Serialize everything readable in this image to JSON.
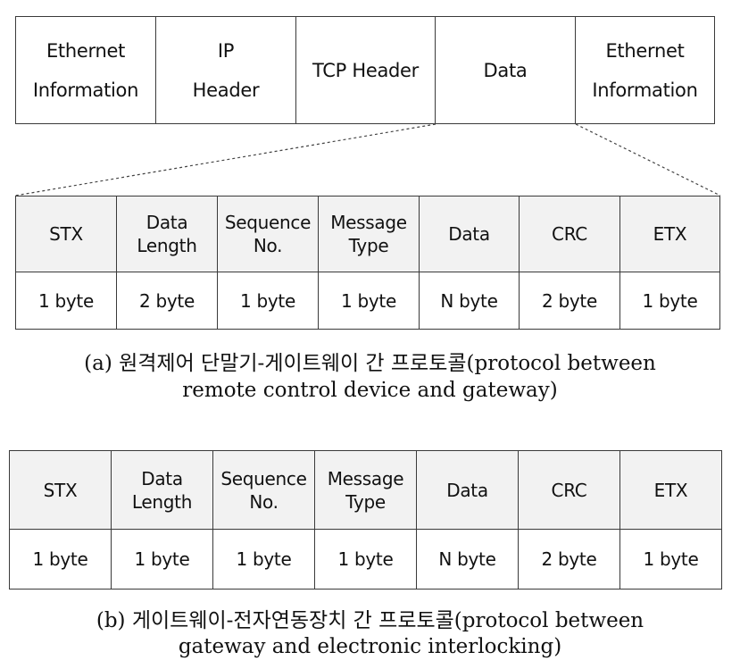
{
  "packet": {
    "cells": [
      {
        "line1": "Ethernet",
        "line2": "Information"
      },
      {
        "line1": "IP",
        "line2": "Header"
      },
      {
        "line1": "TCP Header",
        "line2": ""
      },
      {
        "line1": "Data",
        "line2": ""
      },
      {
        "line1": "Ethernet",
        "line2": "Information"
      }
    ]
  },
  "table_a": {
    "headers": [
      {
        "line1": "STX",
        "line2": ""
      },
      {
        "line1": "Data",
        "line2": "Length"
      },
      {
        "line1": "Sequence",
        "line2": "No."
      },
      {
        "line1": "Message",
        "line2": "Type"
      },
      {
        "line1": "Data",
        "line2": ""
      },
      {
        "line1": "CRC",
        "line2": ""
      },
      {
        "line1": "ETX",
        "line2": ""
      }
    ],
    "sizes": [
      "1 byte",
      "2 byte",
      "1 byte",
      "1 byte",
      "N byte",
      "2 byte",
      "1 byte"
    ],
    "caption_line1": "(a) 원격제어 단말기-게이트웨이 간 프로토콜(protocol between",
    "caption_line2": "remote control device and gateway)"
  },
  "table_b": {
    "headers": [
      {
        "line1": "STX",
        "line2": ""
      },
      {
        "line1": "Data",
        "line2": "Length"
      },
      {
        "line1": "Sequence",
        "line2": "No."
      },
      {
        "line1": "Message",
        "line2": "Type"
      },
      {
        "line1": "Data",
        "line2": ""
      },
      {
        "line1": "CRC",
        "line2": ""
      },
      {
        "line1": "ETX",
        "line2": ""
      }
    ],
    "sizes": [
      "1 byte",
      "1 byte",
      "1 byte",
      "1 byte",
      "N byte",
      "2 byte",
      "1 byte"
    ],
    "caption_line1": "(b) 게이트웨이-전자연동장치 간 프로토콜(protocol between",
    "caption_line2": "gateway and electronic interlocking)"
  }
}
